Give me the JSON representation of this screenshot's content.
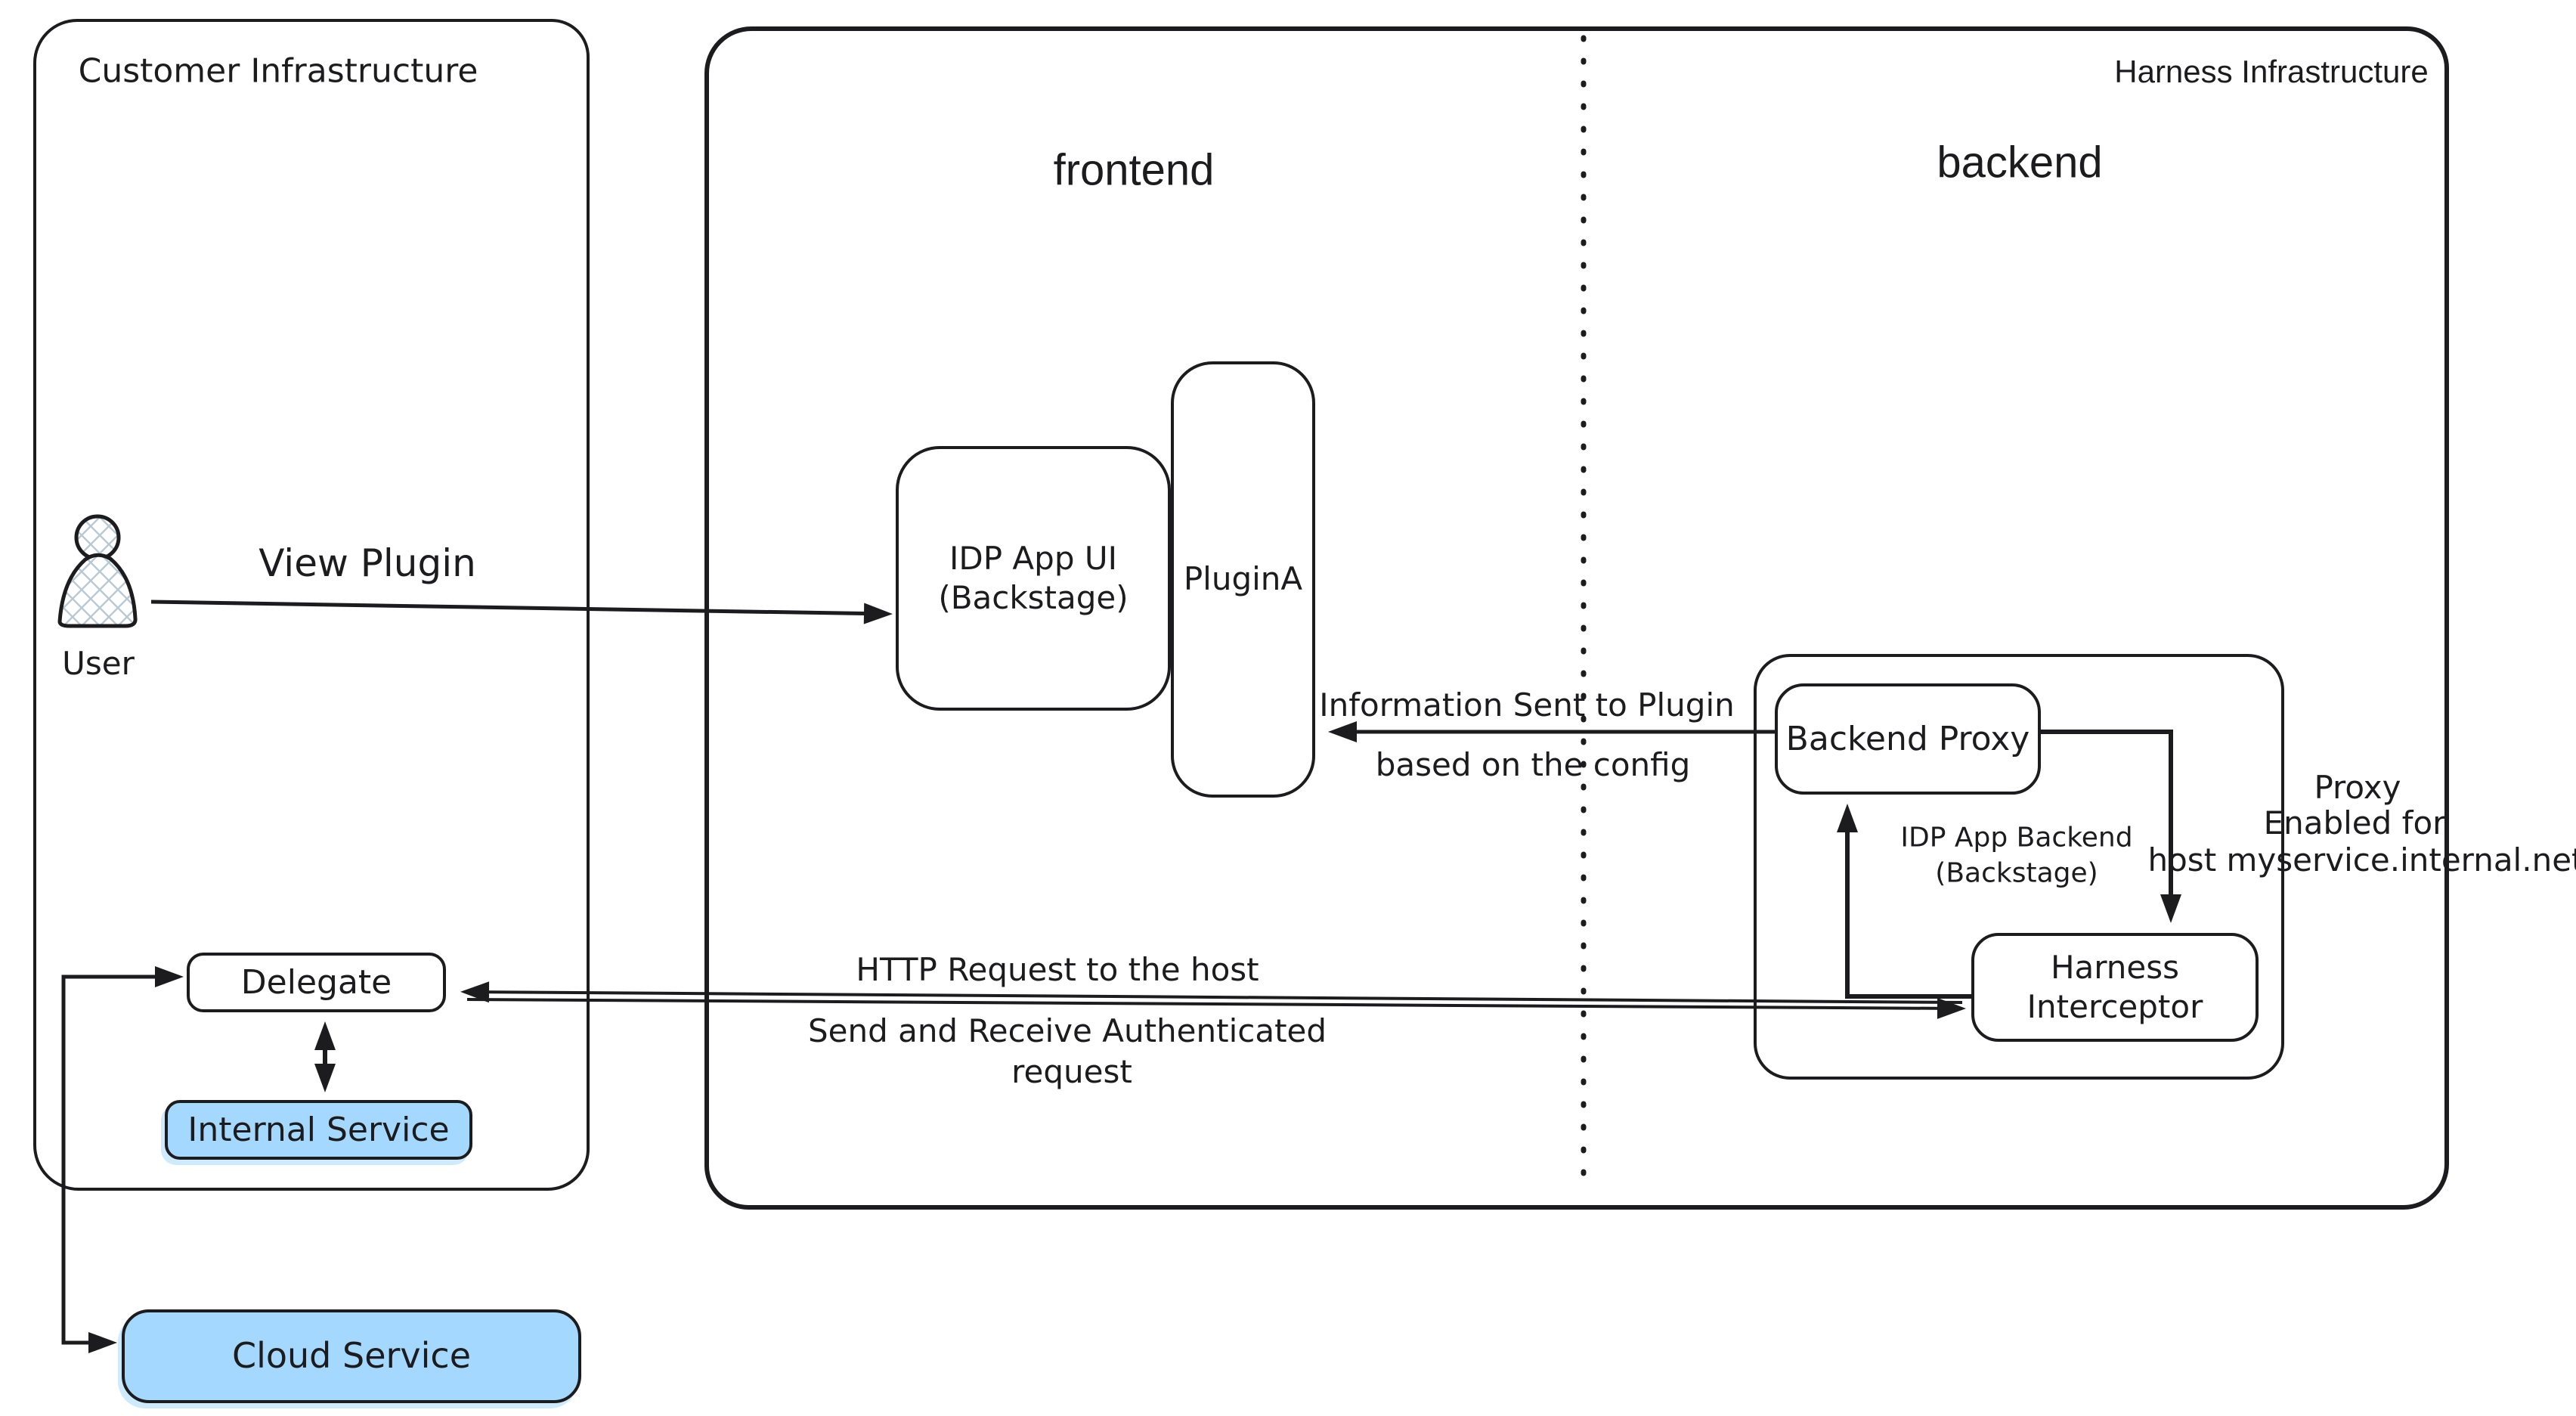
{
  "colors": {
    "stroke": "#1c1c1e",
    "service_fill": "#a5d8ff",
    "hatch": "#b9c9d4"
  },
  "customer": {
    "title": "Customer Infrastructure",
    "user_label": "User",
    "delegate": "Delegate",
    "internal_service": "Internal Service",
    "cloud_service": "Cloud Service"
  },
  "harness": {
    "title": "Harness Infrastructure",
    "frontend_label": "frontend",
    "backend_label": "backend",
    "idp_ui": {
      "line1": "IDP App UI",
      "line2": "(Backstage)"
    },
    "plugin_a": "PluginA",
    "backend_proxy": "Backend Proxy",
    "idp_backend": {
      "line1": "IDP App Backend",
      "line2": "(Backstage)"
    },
    "interceptor": {
      "line1": "Harness",
      "line2": "Interceptor"
    }
  },
  "annotations": {
    "view_plugin": "View Plugin",
    "info_line1": "Information Sent to Plugin",
    "info_line2": "based on the config",
    "proxy_line1": "Proxy",
    "proxy_line2": "Enabled for",
    "proxy_line3": "host myservice.internal.net",
    "http_request": "HTTP Request to the host",
    "send_receive_line1": "Send and Receive Authenticated",
    "send_receive_line2": "request"
  }
}
